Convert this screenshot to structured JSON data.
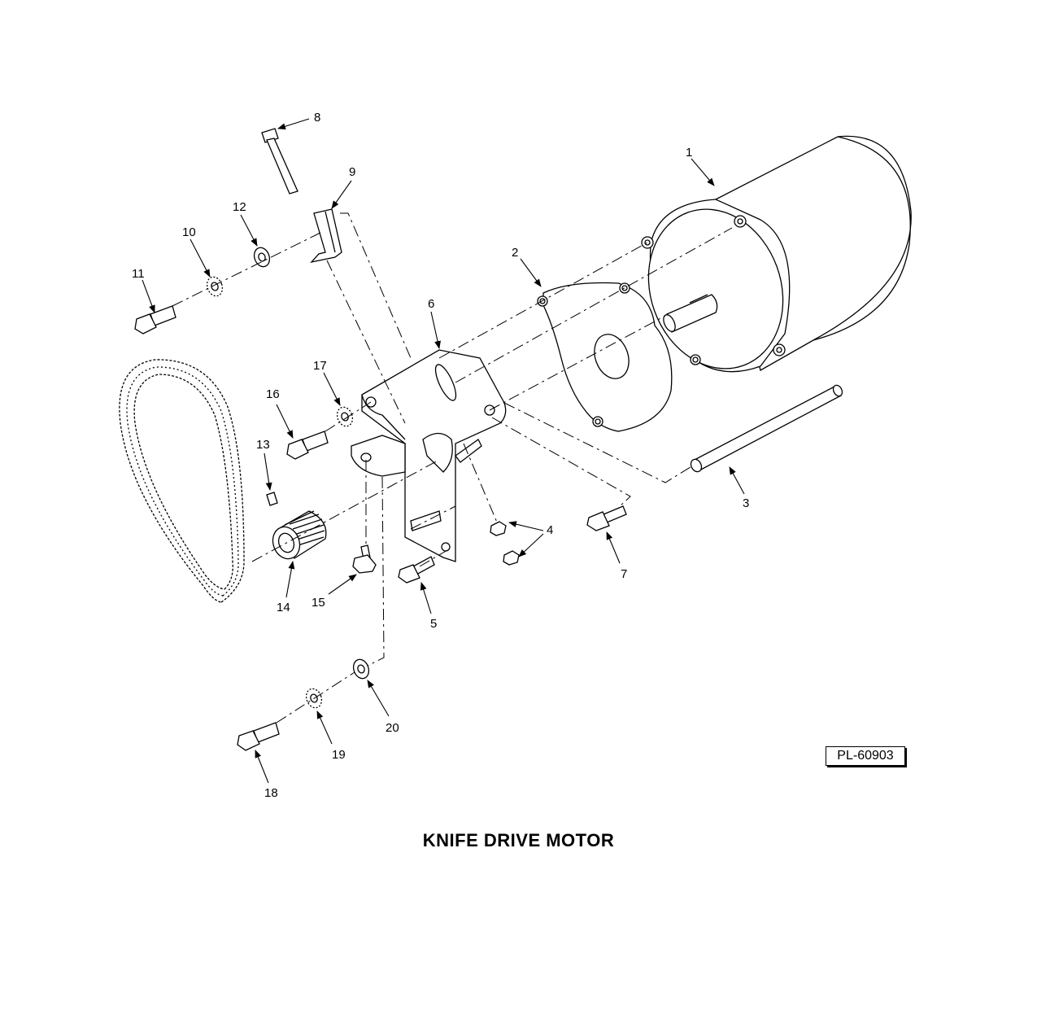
{
  "title": "KNIFE  DRIVE MOTOR",
  "plate_number": "PL-60903",
  "callouts": [
    {
      "id": "1",
      "label": "1"
    },
    {
      "id": "2",
      "label": "2"
    },
    {
      "id": "3",
      "label": "3"
    },
    {
      "id": "4",
      "label": "4"
    },
    {
      "id": "5",
      "label": "5"
    },
    {
      "id": "6",
      "label": "6"
    },
    {
      "id": "7",
      "label": "7"
    },
    {
      "id": "8",
      "label": "8"
    },
    {
      "id": "9",
      "label": "9"
    },
    {
      "id": "10",
      "label": "10"
    },
    {
      "id": "11",
      "label": "11"
    },
    {
      "id": "12",
      "label": "12"
    },
    {
      "id": "13",
      "label": "13"
    },
    {
      "id": "14",
      "label": "14"
    },
    {
      "id": "15",
      "label": "15"
    },
    {
      "id": "16",
      "label": "16"
    },
    {
      "id": "17",
      "label": "17"
    },
    {
      "id": "18",
      "label": "18"
    },
    {
      "id": "19",
      "label": "19"
    },
    {
      "id": "20",
      "label": "20"
    }
  ]
}
